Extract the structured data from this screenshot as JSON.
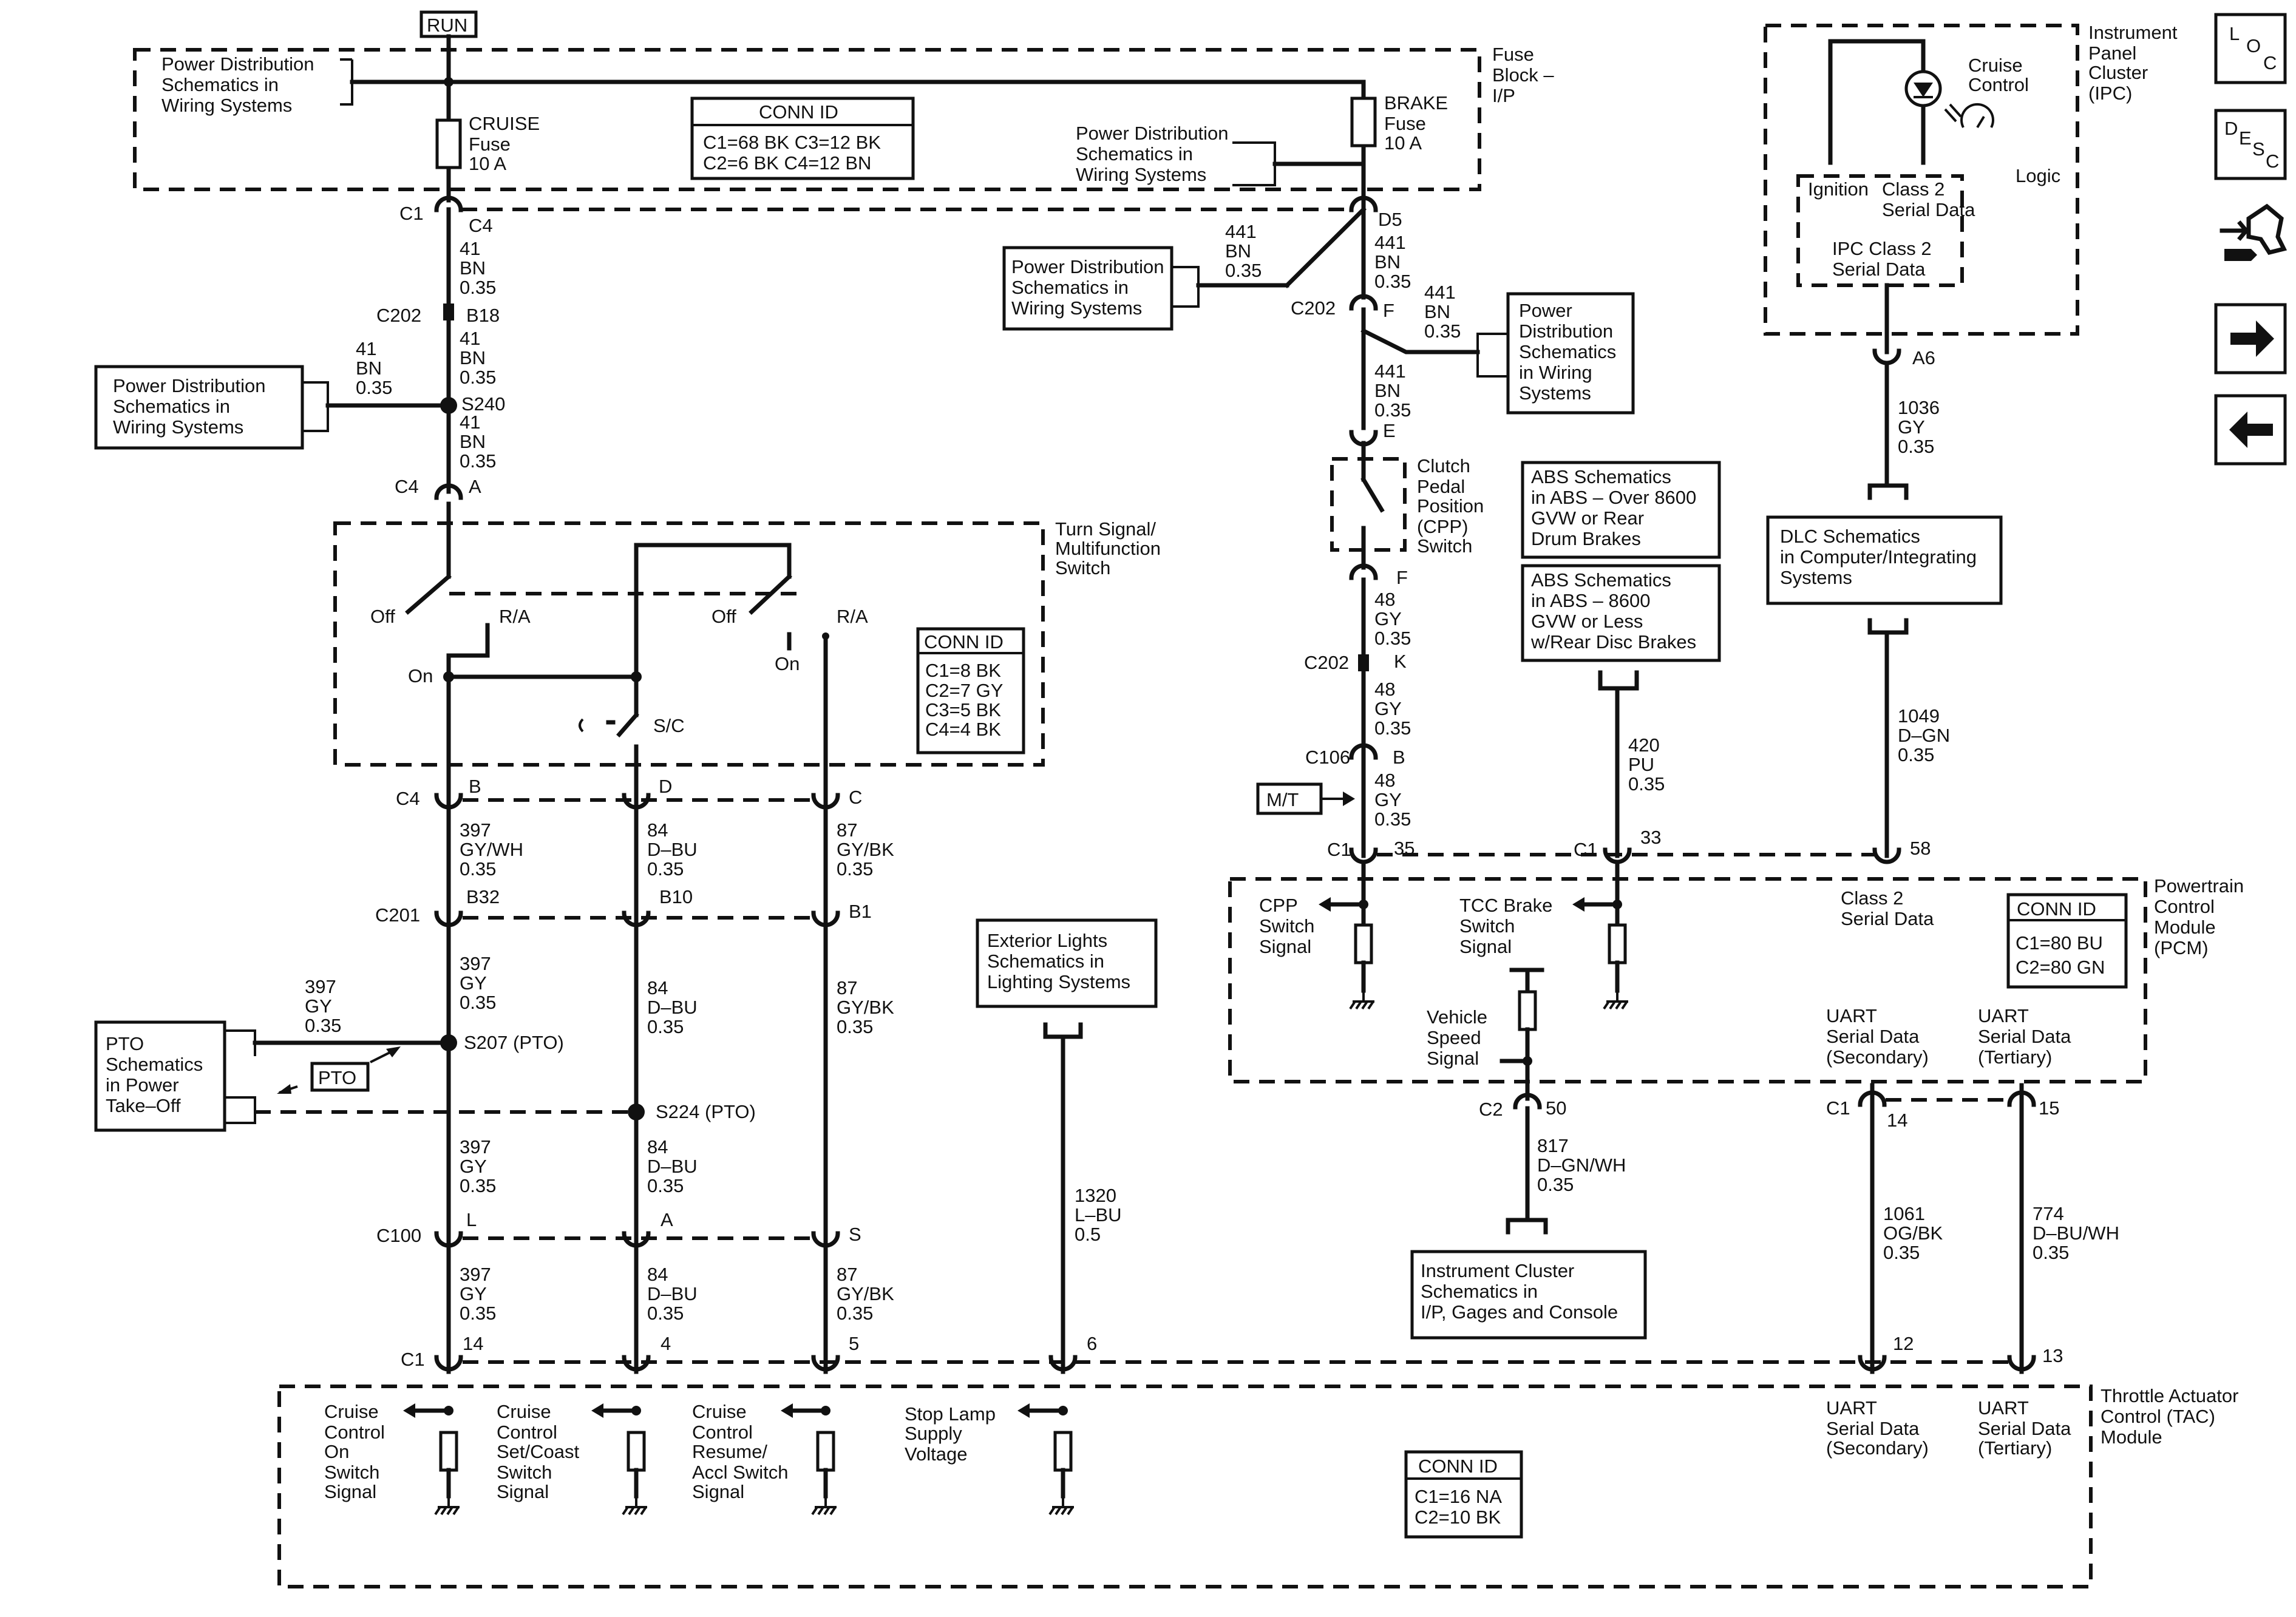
{
  "run": "RUN",
  "fuse_block": [
    "Fuse",
    "Block –",
    "I/P"
  ],
  "ipc_title": [
    "Instrument",
    "Panel",
    "Cluster",
    "(IPC)"
  ],
  "pcm_title": [
    "Powertrain",
    "Control",
    "Module",
    "(PCM)"
  ],
  "tac_title": [
    "Throttle Actuator",
    "Control (TAC)",
    "Module"
  ],
  "turn_title": [
    "Turn Signal/",
    "Multifunction",
    "Switch"
  ],
  "pds": [
    "Power Distribution",
    "Schematics in",
    "Wiring  Systems"
  ],
  "pds_top_right": [
    "Power Distribution",
    "Schematics in",
    "Wiring  Systems"
  ],
  "pds_right": [
    "Power",
    "Distribution",
    "Schematics",
    "in Wiring",
    "Systems"
  ],
  "cruise_fuse": [
    "CRUISE",
    "Fuse",
    "10 A"
  ],
  "brake_fuse": [
    "BRAKE",
    "Fuse",
    "10 A"
  ],
  "conn_fuse": {
    "title": "CONN ID",
    "lines": [
      "C1=68 BK   C3=12 BK",
      "C2=6 BK    C4=12 BN"
    ]
  },
  "conn_turn": {
    "title": "CONN ID",
    "lines": [
      "C1=8 BK",
      "C2=7 GY",
      "C3=5 BK",
      "C4=4 BK"
    ]
  },
  "conn_pcm": {
    "title": "CONN ID",
    "lines": [
      "C1=80 BU",
      "C2=80 GN"
    ]
  },
  "conn_tac": {
    "title": "CONN ID",
    "lines": [
      "C1=16 NA",
      "C2=10 BK"
    ]
  },
  "wire_41": [
    "41",
    "BN",
    "0.35"
  ],
  "wire_441": [
    "441",
    "BN",
    "0.35"
  ],
  "wire_48": [
    "48",
    "GY",
    "0.35"
  ],
  "wire_397a": [
    "397",
    "GY/WH",
    "0.35"
  ],
  "wire_397": [
    "397",
    "GY",
    "0.35"
  ],
  "wire_84": [
    "84",
    "D–BU",
    "0.35"
  ],
  "wire_87": [
    "87",
    "GY/BK",
    "0.35"
  ],
  "wire_1320": [
    "1320",
    "L–BU",
    "0.5"
  ],
  "wire_420": [
    "420",
    "PU",
    "0.35"
  ],
  "wire_1036": [
    "1036",
    "GY",
    "0.35"
  ],
  "wire_1049": [
    "1049",
    "D–GN",
    "0.35"
  ],
  "wire_817": [
    "817",
    "D–GN/WH",
    "0.35"
  ],
  "wire_1061": [
    "1061",
    "OG/BK",
    "0.35"
  ],
  "wire_774": [
    "774",
    "D–BU/WH",
    "0.35"
  ],
  "conn": {
    "c1": "C1",
    "c4": "C4",
    "c202": "C202",
    "c201": "C201",
    "c100": "C100",
    "c106": "C106",
    "c2": "C2",
    "s240": "S240",
    "s207": "S207 (PTO)",
    "s224": "S224 (PTO)",
    "pin_c4": "C4",
    "pin_d5": "D5",
    "pin_b18": "B18",
    "pin_a": "A",
    "pin_f": "F",
    "pin_e": "E",
    "pin_k": "K",
    "pin_b": "B",
    "pin_35": "35",
    "pin_33": "33",
    "pin_58": "58",
    "pin_a6": "A6",
    "pin_d": "D",
    "pin_c": "C",
    "pin_b32": "B32",
    "pin_b10": "B10",
    "pin_b1": "B1",
    "pin_l": "L",
    "pin_s": "S",
    "pin_14": "14",
    "pin_4": "4",
    "pin_5": "5",
    "pin_6": "6",
    "pin_12": "12",
    "pin_13": "13",
    "pin_50": "50",
    "pin_15": "15"
  },
  "switch": {
    "off": "Off",
    "ra": "R/A",
    "on": "On",
    "sc": "S/C"
  },
  "cpp_switch": [
    "Clutch",
    "Pedal",
    "Position",
    "(CPP)",
    "Switch"
  ],
  "abs_over": [
    "ABS Schematics",
    "in ABS – Over 8600",
    "GVW or Rear",
    "Drum Brakes"
  ],
  "abs_less": [
    "ABS Schematics",
    "in ABS – 8600",
    "GVW or Less",
    "w/Rear Disc Brakes"
  ],
  "dlc": [
    "DLC Schematics",
    "in Computer/Integrating",
    "Systems"
  ],
  "ext_lights": [
    "Exterior Lights",
    "Schematics in",
    "Lighting Systems"
  ],
  "pto_schem": [
    "PTO",
    "Schematics",
    "in Power",
    "Take–Off"
  ],
  "pto": "PTO",
  "mt": "M/T",
  "ic_schem": [
    "Instrument Cluster",
    "Schematics in",
    "I/P, Gages and Console"
  ],
  "ipc": {
    "cruise": [
      "Cruise",
      "Control"
    ],
    "logic": "Logic",
    "ignition": "Ignition",
    "class2": [
      "Class 2",
      "Serial Data"
    ],
    "ipc_class2": [
      "IPC Class 2",
      "Serial Data"
    ]
  },
  "pcm": {
    "cpp": [
      "CPP",
      "Switch",
      "Signal"
    ],
    "tcc": [
      "TCC Brake",
      "Switch",
      "Signal"
    ],
    "class2": [
      "Class 2",
      "Serial Data"
    ],
    "vss": [
      "Vehicle",
      "Speed",
      "Signal"
    ],
    "uart_sec": [
      "UART",
      "Serial Data",
      "(Secondary)"
    ],
    "uart_ter": [
      "UART",
      "Serial Data",
      "(Tertiary)"
    ]
  },
  "tac": {
    "on": [
      "Cruise",
      "Control",
      "On",
      "Switch",
      "Signal"
    ],
    "set": [
      "Cruise",
      "Control",
      "Set/Coast",
      "Switch",
      "Signal"
    ],
    "res": [
      "Cruise",
      "Control",
      "Resume/",
      "Accl Switch",
      "Signal"
    ],
    "stop": [
      "Stop Lamp",
      "Supply",
      "Voltage"
    ],
    "uart_sec": [
      "UART",
      "Serial Data",
      "(Secondary)"
    ],
    "uart_ter": [
      "UART",
      "Serial Data",
      "(Tertiary)"
    ]
  },
  "nav": {
    "loc": [
      "L",
      "O",
      "C"
    ],
    "desc": [
      "D",
      "E",
      "S",
      "C"
    ],
    "tools_icon": "connector-tool-icon",
    "next_icon": "arrow-right-icon",
    "prev_icon": "arrow-left-icon"
  }
}
